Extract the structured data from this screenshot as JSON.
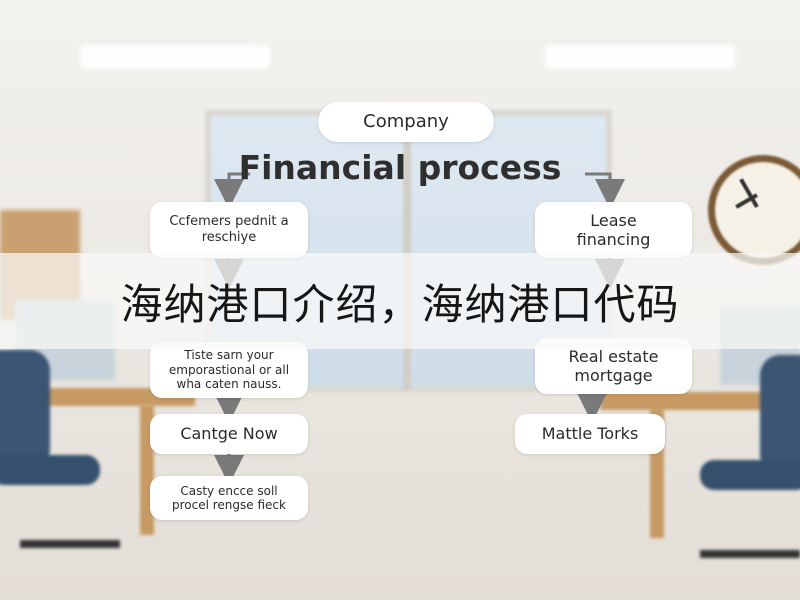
{
  "banner": {
    "text": "海纳港口介绍，海纳港口代码"
  },
  "diagram": {
    "top_node": "Company",
    "title": "Financial process",
    "left_nodes": [
      "Ccfemers pednit a\nreschiye",
      "Tiste sarn your\nemporastional or all\nwha caten nauss.",
      "Cantge Now",
      "Casty encce soll\nprocel rengse fieck"
    ],
    "right_nodes": [
      "Lease\nfinancing",
      "Real estate\nmortgage",
      "Mattle Torks"
    ]
  },
  "colors": {
    "node_bg": "#ffffff",
    "arrow": "#7a7a7a",
    "title_text": "#2f2f2f",
    "banner_bg": "rgba(250,250,248,0.72)"
  }
}
